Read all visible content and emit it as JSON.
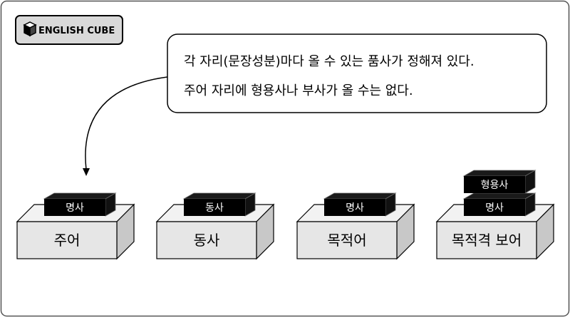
{
  "logo": {
    "text": "ENGLISH CUBE"
  },
  "callout": {
    "line1": "각 자리(문장성분)마다 올 수 있는 품사가 정해져 있다.",
    "line2": "주어 자리에 형용사나 부사가 올 수는 없다."
  },
  "slots": [
    {
      "label": "주어",
      "blocks": [
        "명사"
      ]
    },
    {
      "label": "동사",
      "blocks": [
        "동사"
      ]
    },
    {
      "label": "목적어",
      "blocks": [
        "명사"
      ]
    },
    {
      "label": "목적격 보어",
      "blocks": [
        "명사",
        "형용사"
      ]
    }
  ],
  "colors": {
    "pedestal_front": "#e6e6e6",
    "pedestal_top": "#f2f2f2",
    "pedestal_side": "#c8c8c8",
    "block_face": "#000000",
    "block_top": "#1a1a1a",
    "outline": "#000000",
    "logo_bg": "#d9d9d9",
    "frame": "#555555"
  }
}
